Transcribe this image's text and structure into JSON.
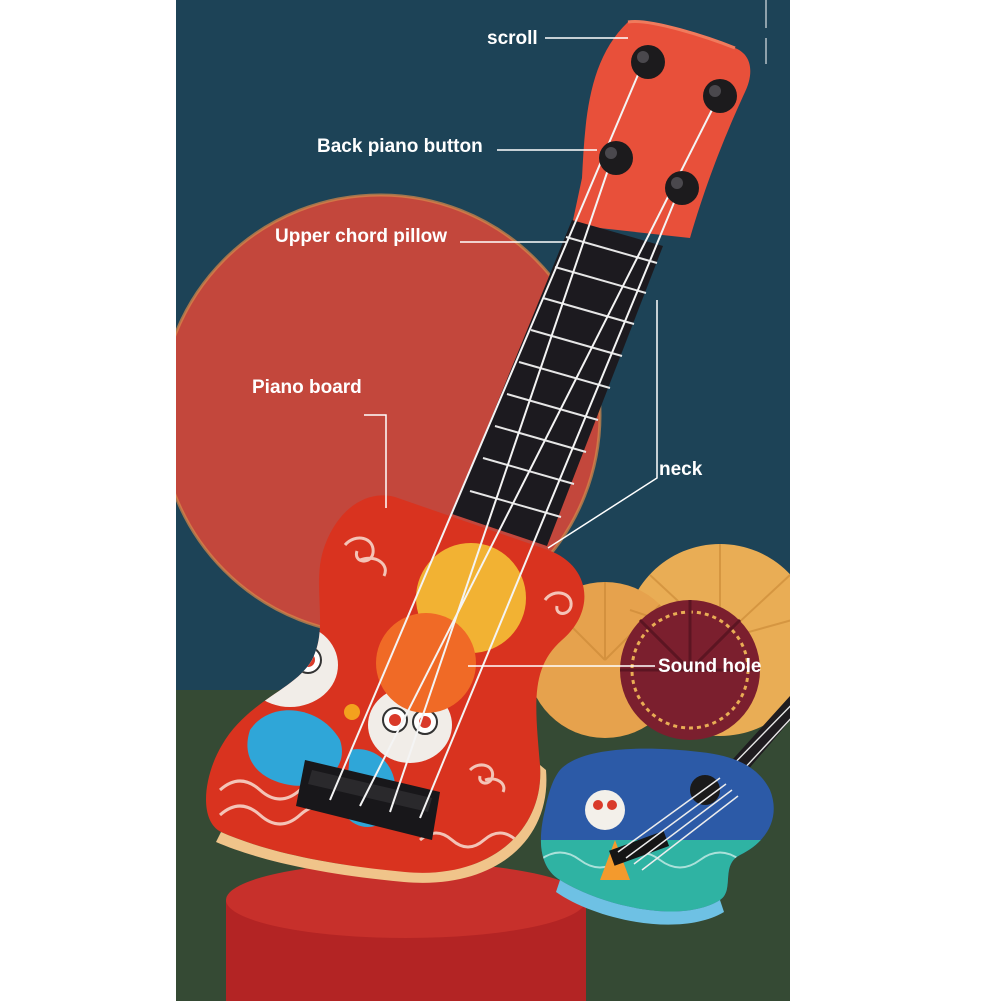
{
  "labels": {
    "scroll": "scroll",
    "back_piano_button": "Back piano button",
    "upper_chord_pillow": "Upper chord pillow",
    "piano_board": "Piano board",
    "neck": "neck",
    "sound_hole": "Sound hole"
  },
  "colors": {
    "backdrop_teal": "#1d4357",
    "floor_green": "#354a34",
    "sun_red": "#c3473c",
    "ukulele_red": "#d9331f",
    "headstock_red": "#e8503a",
    "fretboard": "#1c1a1f",
    "sound_hole_yellow": "#f2b233",
    "sound_hole_orange": "#f06a26",
    "fan_gold": "#e9ad55",
    "fan_maroon": "#7b1f2e",
    "pedestal_red": "#b32424",
    "blue_ukulele": "#2c5aa7",
    "label_text": "#ffffff"
  }
}
